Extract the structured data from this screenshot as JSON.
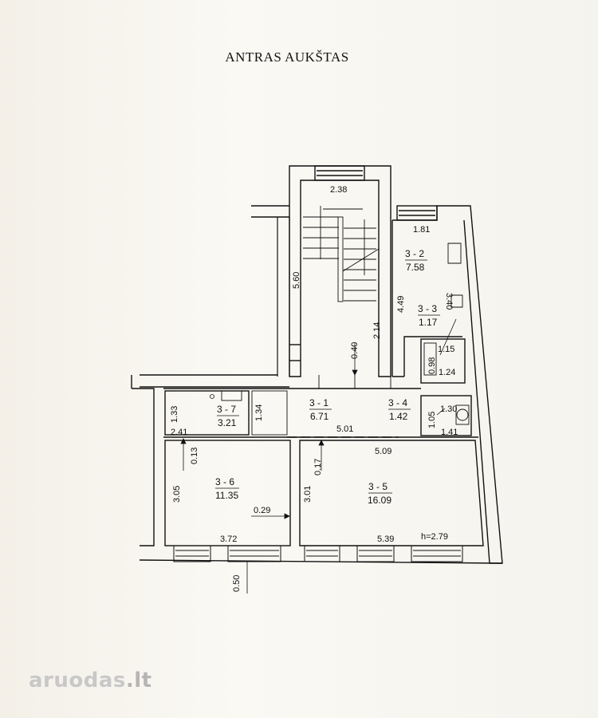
{
  "plan": {
    "title": "ANTRAS AUKŠTAS",
    "rooms": [
      {
        "id": "3 - 1",
        "area": "6.71"
      },
      {
        "id": "3 - 2",
        "area": "7.58"
      },
      {
        "id": "3 - 3",
        "area": "1.17"
      },
      {
        "id": "3 - 4",
        "area": "1.42"
      },
      {
        "id": "3 - 5",
        "area": "16.09"
      },
      {
        "id": "3 - 6",
        "area": "11.35"
      },
      {
        "id": "3 - 7",
        "area": "3.21"
      }
    ],
    "dimensions": {
      "stair_width": "2.38",
      "stair_length": "5.60",
      "stair_side": "2.14",
      "stair_landing": "0.40",
      "r2_width": "1.81",
      "r2_length": "4.49",
      "r2_side": "3.40",
      "wc_a_width": "1.15",
      "wc_a_height": "0.98",
      "wc_a_bottom": "1.24",
      "wc_b_width": "1.30",
      "wc_b_height": "1.05",
      "wc_b_bottom": "1.41",
      "r7_height": "1.33",
      "r7_width": "2.41",
      "r7_side": "1.34",
      "corridor_length": "5.01",
      "r5_width_top": "5.09",
      "r5_height": "3.01",
      "r5_wall": "0.17",
      "r5_width_bottom": "5.39",
      "ceiling_height": "h=2.79",
      "r6_wall_top": "0.13",
      "r6_height": "3.05",
      "r6_wall_right": "0.29",
      "r6_width": "3.72",
      "window_depth": "0.50"
    }
  },
  "watermark": {
    "text": "aruodas",
    "suffix": ".lt"
  }
}
